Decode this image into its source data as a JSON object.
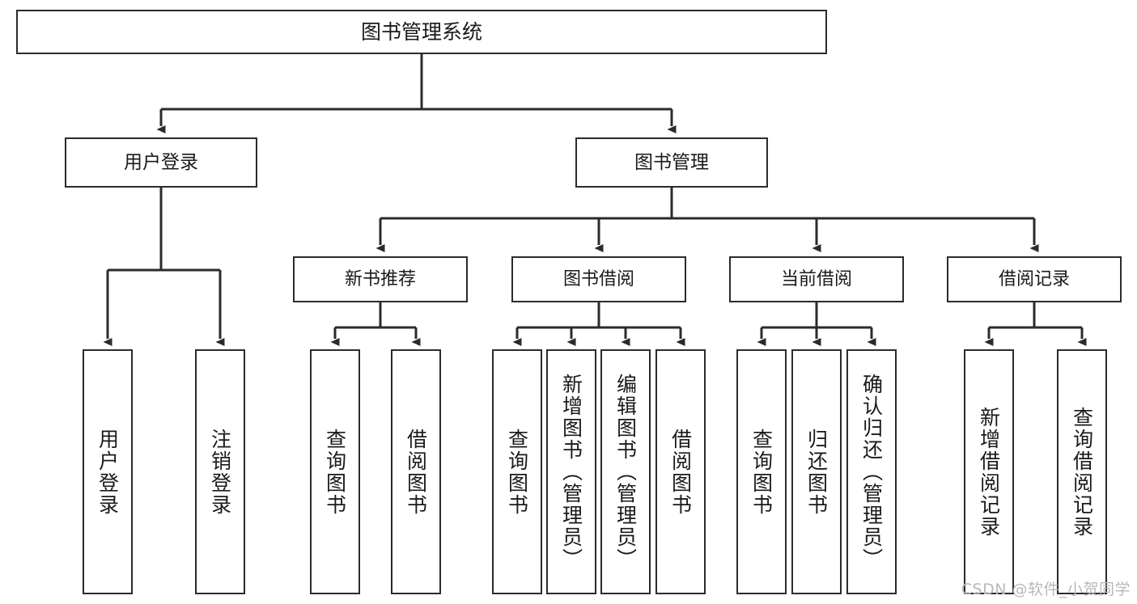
{
  "diagram": {
    "title": "图书管理系统",
    "type": "tree",
    "orientation": "top-down",
    "colors": {
      "box_border": "#2b2b2b",
      "box_fill": "#ffffff",
      "edge": "#2b2b2b",
      "text": "#1a1a1a",
      "watermark": "#b9b9b9",
      "background": "#ffffff"
    },
    "root": {
      "label": "图书管理系统"
    },
    "level2": [
      {
        "label": "用户登录"
      },
      {
        "label": "图书管理"
      }
    ],
    "level3": [
      {
        "label": "新书推荐"
      },
      {
        "label": "图书借阅"
      },
      {
        "label": "当前借阅"
      },
      {
        "label": "借阅记录"
      }
    ],
    "leaves": {
      "user_login": [
        {
          "label": "用户登录"
        },
        {
          "label": "注销登录"
        }
      ],
      "new_book_recommend": [
        {
          "label": "查询图书"
        },
        {
          "label": "借阅图书"
        }
      ],
      "book_borrow": [
        {
          "label": "查询图书"
        },
        {
          "label": "新增图书（管理员）"
        },
        {
          "label": "编辑图书（管理员）"
        },
        {
          "label": "借阅图书"
        }
      ],
      "current_borrow": [
        {
          "label": "查询图书"
        },
        {
          "label": "归还图书"
        },
        {
          "label": "确认归还（管理员）"
        }
      ],
      "borrow_record": [
        {
          "label": "新增借阅记录"
        },
        {
          "label": "查询借阅记录"
        }
      ]
    },
    "watermark": "CSDN @软件_小贺同学"
  }
}
